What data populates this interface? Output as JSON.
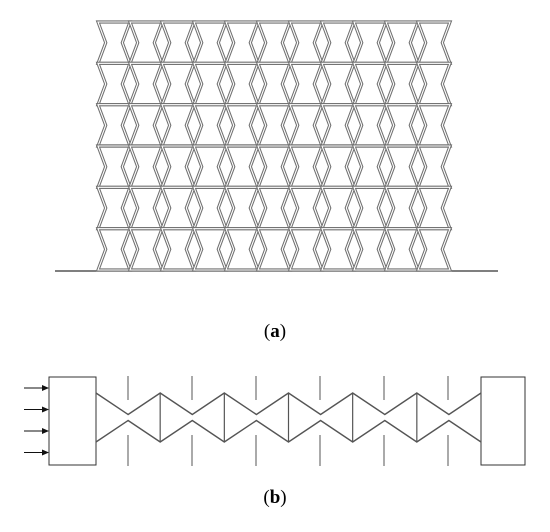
{
  "captions": {
    "a": {
      "open": "(",
      "letter": "a",
      "close": ")"
    },
    "b": {
      "open": "(",
      "letter": "b",
      "close": ")"
    }
  },
  "lattice": {
    "columns": 11,
    "rows": 6,
    "stroke_color": "#707070"
  },
  "single_strip": {
    "cells": 6,
    "load_arrows": 4,
    "stroke_color": "#555555"
  }
}
